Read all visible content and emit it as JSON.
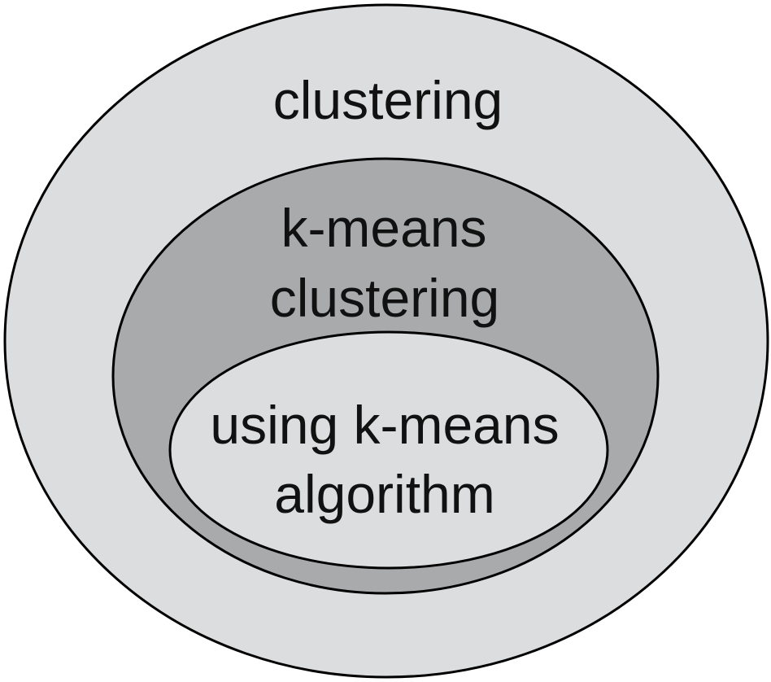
{
  "diagram": {
    "type": "nested-sets",
    "sets": [
      {
        "id": "clustering",
        "lines": [
          "clustering"
        ],
        "fill": "#dcddde"
      },
      {
        "id": "k-means-clustering",
        "lines": [
          "k-means",
          "clustering"
        ],
        "fill": "#a9aaab"
      },
      {
        "id": "k-means-algorithm",
        "lines": [
          "using k-means",
          "algorithm"
        ],
        "fill": "#dcddde"
      }
    ],
    "stroke": "#000000"
  }
}
